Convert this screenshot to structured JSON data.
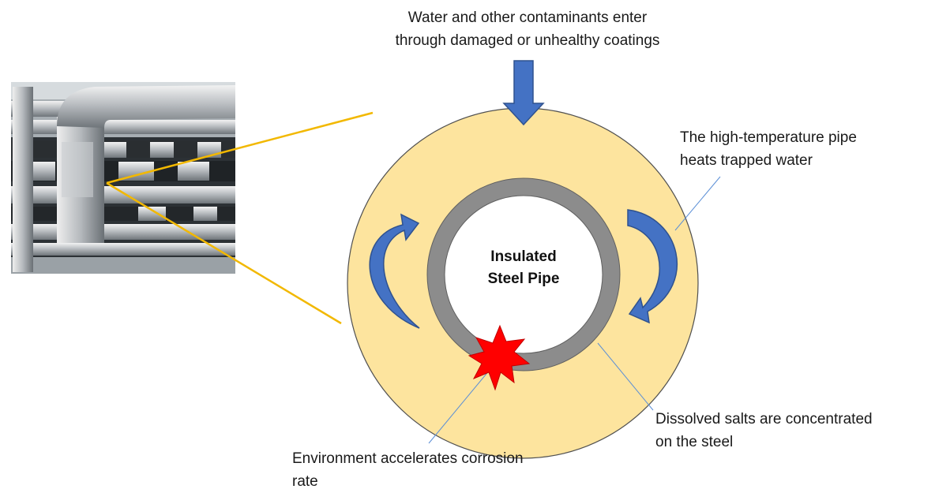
{
  "labels": {
    "top": [
      "Water and other contaminants enter",
      "through damaged or unhealthy coatings"
    ],
    "right": [
      "The high-temperature pipe",
      "heats trapped water"
    ],
    "bottom_right": [
      "Dissolved salts are concentrated",
      "on the steel"
    ],
    "bottom_left": [
      "Environment accelerates corrosion",
      "rate"
    ],
    "pipe": [
      "Insulated",
      "Steel Pipe"
    ]
  },
  "colors": {
    "insulation_fill": "#fde49e",
    "insulation_stroke": "#505050",
    "pipe_wall": "#8c8c8c",
    "arrow_fill": "#4472c4",
    "arrow_stroke": "#2f528f",
    "zoom_lines": "#f2b800",
    "leader_lines": "#5b8fd6",
    "corrosion_fill": "#ff0000"
  },
  "icons": {
    "photo": "industrial-pipes-photo",
    "corrosion": "corrosion-burst-icon"
  }
}
